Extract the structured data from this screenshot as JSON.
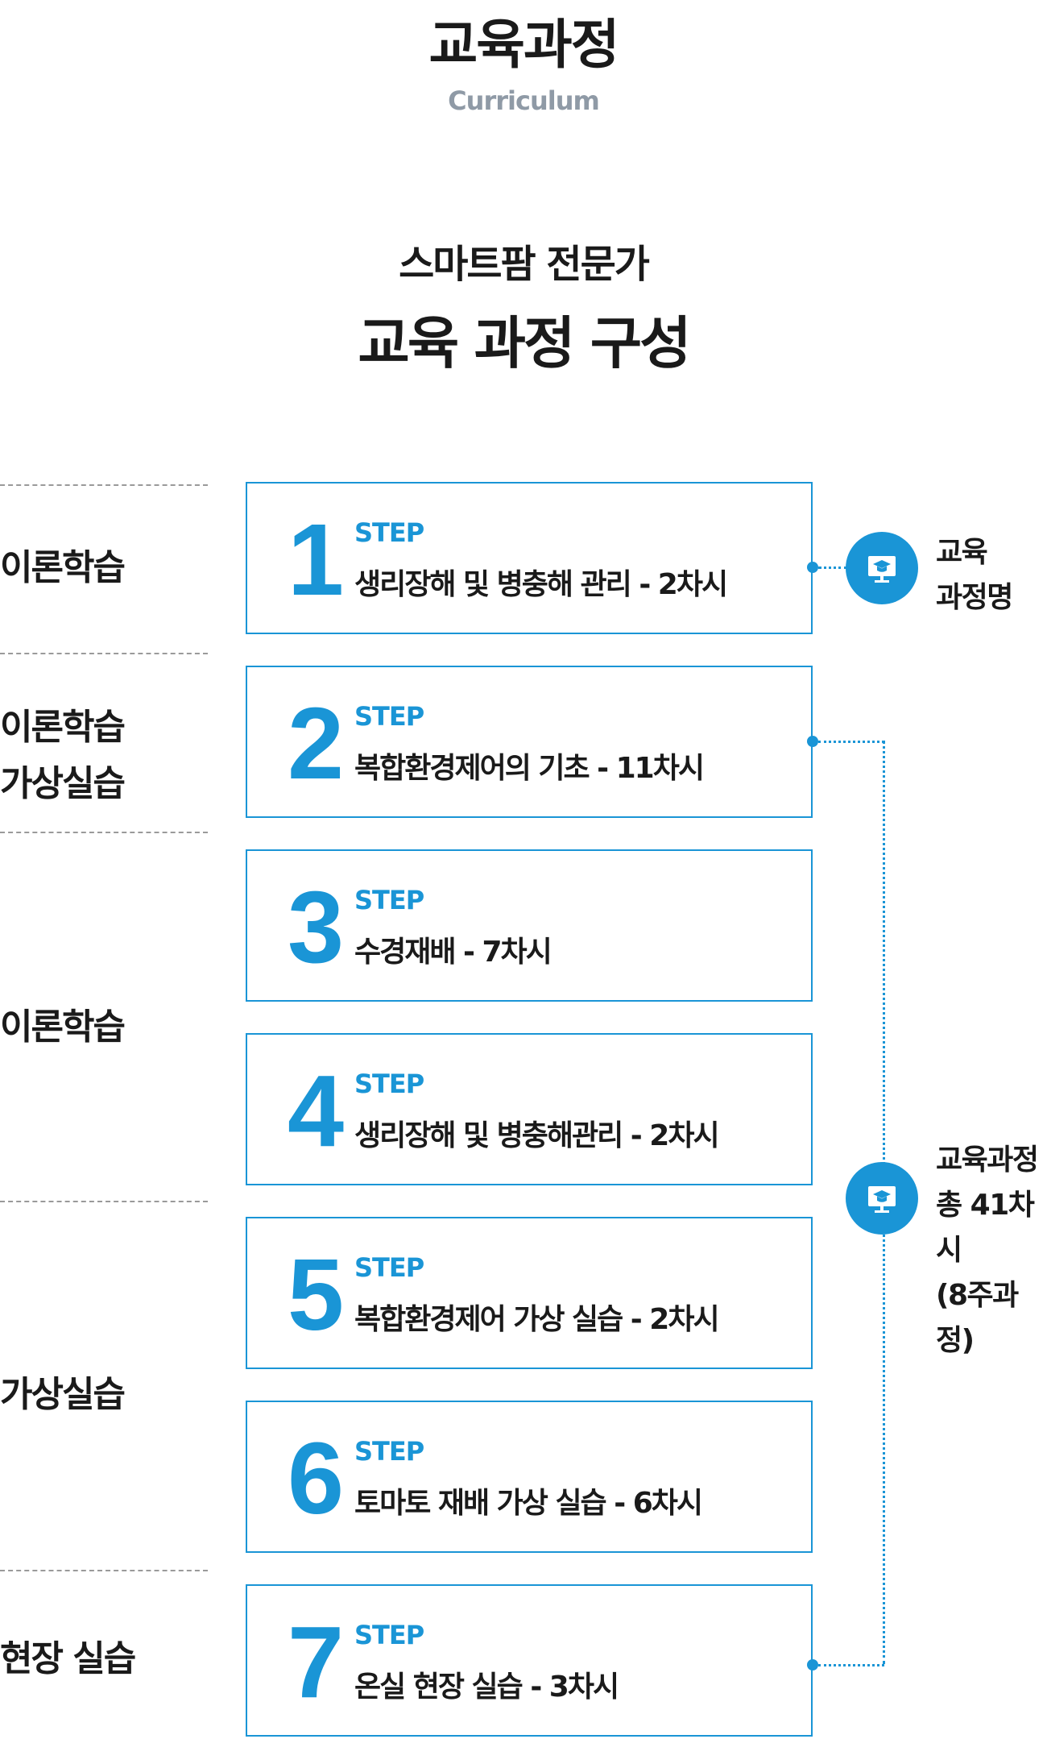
{
  "header": {
    "title": "교육과정",
    "subtitle": "Curriculum"
  },
  "section": {
    "heading_line1": "스마트팜 전문가",
    "heading_line2": "교육 과정 구성"
  },
  "categories": [
    {
      "lines": [
        "이론학습"
      ]
    },
    {
      "lines": [
        "이론학습",
        "가상실습"
      ]
    },
    {
      "lines": [
        "이론학습"
      ]
    },
    {
      "lines": [
        "가상실습"
      ]
    },
    {
      "lines": [
        "현장 실습"
      ]
    }
  ],
  "steps": [
    {
      "number": "1",
      "tag": "STEP",
      "title": "생리장해 및 병충해 관리 - 2차시"
    },
    {
      "number": "2",
      "tag": "STEP",
      "title": "복합환경제어의 기초 - 11차시"
    },
    {
      "number": "3",
      "tag": "STEP",
      "title": "수경재배 - 7차시"
    },
    {
      "number": "4",
      "tag": "STEP",
      "title": "생리장해 및 병충해관리 - 2차시"
    },
    {
      "number": "5",
      "tag": "STEP",
      "title": "복합환경제어 가상 실습 - 2차시"
    },
    {
      "number": "6",
      "tag": "STEP",
      "title": "토마토 재배 가상 실습 - 6차시"
    },
    {
      "number": "7",
      "tag": "STEP",
      "title": "온실 현장 실습 - 3차시"
    }
  ],
  "side_info": {
    "course_name": {
      "icon": "monitor-graduation-cap-icon",
      "lines": [
        "교육",
        "과정명"
      ]
    },
    "course_total": {
      "icon": "monitor-graduation-cap-icon",
      "lines": [
        "교육과정",
        "총 41차시",
        "(8주과정)"
      ]
    }
  },
  "colors": {
    "accent": "#1a95d6",
    "text": "#1a1a1a",
    "subtitle": "#8f9aa6",
    "divider": "#9a9a9a"
  }
}
